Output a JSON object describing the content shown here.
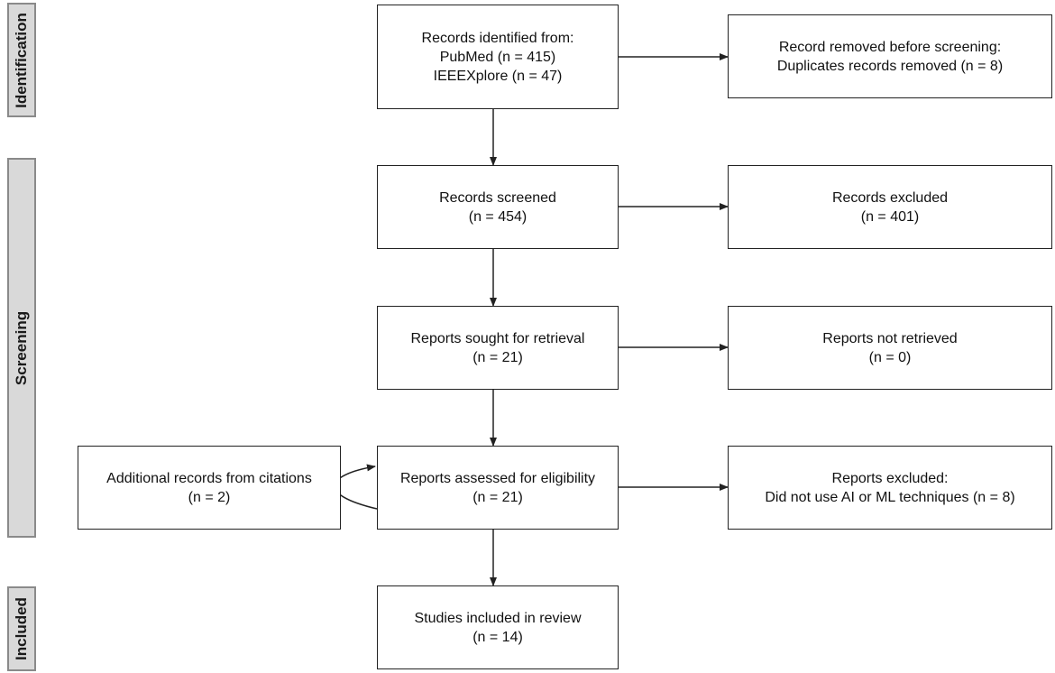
{
  "phases": {
    "identification": "Identification",
    "screening": "Screening",
    "included": "Included"
  },
  "boxes": {
    "records_identified": {
      "line1": "Records identified from:",
      "line2": "PubMed (n = 415)",
      "line3": "IEEEXplore (n = 47)"
    },
    "records_removed": {
      "line1": "Record removed before screening:",
      "line2": "Duplicates records removed (n = 8)"
    },
    "records_screened": {
      "line1": "Records screened",
      "line2": "(n = 454)"
    },
    "records_excluded": {
      "line1": "Records excluded",
      "line2": "(n = 401)"
    },
    "reports_sought": {
      "line1": "Reports sought for retrieval",
      "line2": "(n = 21)"
    },
    "reports_not_retrieved": {
      "line1": "Reports not retrieved",
      "line2": "(n = 0)"
    },
    "additional_records": {
      "line1": "Additional records from citations",
      "line2": "(n = 2)"
    },
    "reports_assessed": {
      "line1": "Reports assessed for eligibility",
      "line2": "(n = 21)"
    },
    "reports_excluded": {
      "line1": "Reports excluded:",
      "line2": "Did not use AI or ML techniques (n = 8)"
    },
    "studies_included": {
      "line1": "Studies included in review",
      "line2": "(n = 14)"
    }
  },
  "colors": {
    "phase_fill": "#d9d9d9",
    "phase_border": "#8a8a8a",
    "line": "#222222"
  }
}
